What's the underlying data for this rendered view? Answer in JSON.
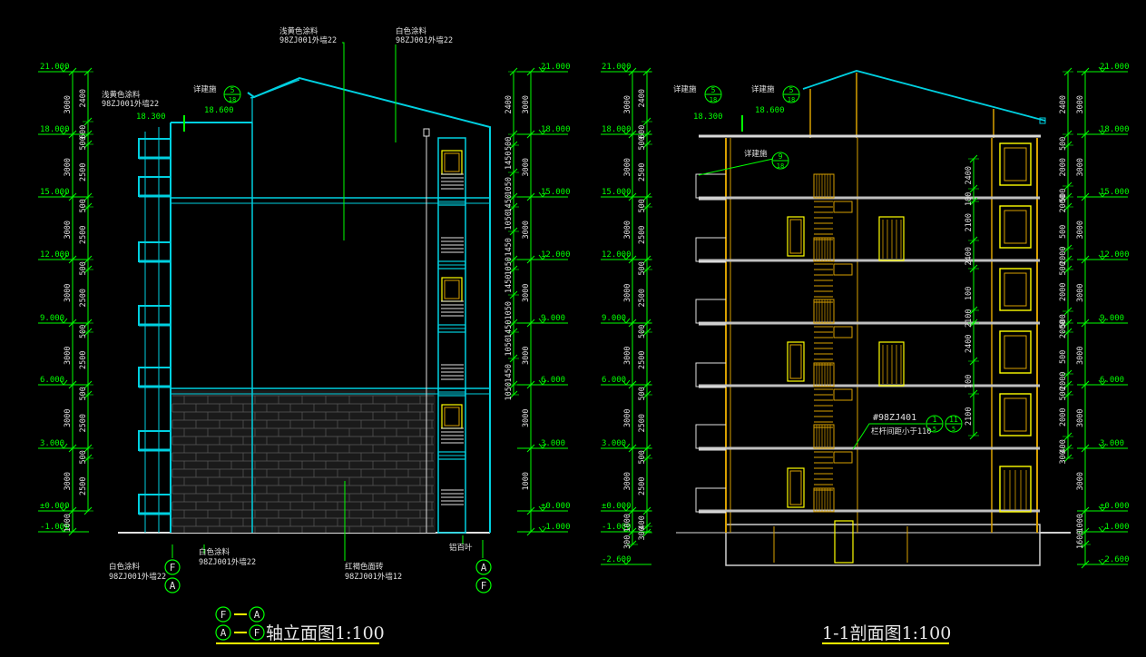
{
  "colors": {
    "green": "#00ff00",
    "cyan": "#00d0e0",
    "yellow": "#ffff00",
    "orange": "#d8a000",
    "white": "#e0e0e0",
    "grey": "#909090",
    "brick": "#5a5a5a"
  },
  "left": {
    "title": "轴立面图1:100",
    "axis_top": [
      "F",
      "A"
    ],
    "axis_bottom": [
      "A",
      "F"
    ],
    "left_elevations": [
      "21.000",
      "18.000",
      "15.000",
      "12.000",
      "9.000",
      "6.000",
      "3.000",
      "±0.000",
      "-1.000"
    ],
    "right_elevations": [
      "21.000",
      "18.000",
      "15.000",
      "12.000",
      "9.000",
      "6.000",
      "3.000",
      "±0.000",
      "-1.000"
    ],
    "left_dims_a": [
      "3000",
      "3000",
      "3000",
      "3000",
      "3000",
      "3000",
      "3000",
      "1000"
    ],
    "left_dims_b": [
      "2400",
      "600",
      "500",
      "2500",
      "500",
      "2500",
      "500",
      "2500",
      "500",
      "2500",
      "500",
      "2500",
      "500",
      "2500"
    ],
    "right_dims_a": [
      "3000",
      "3000",
      "3000",
      "3000",
      "3000",
      "3000",
      "1000"
    ],
    "right_dims_b": [
      "2400",
      "500",
      "1450",
      "1050",
      "1450",
      "1050",
      "1450",
      "1050",
      "1450",
      "1050",
      "1450",
      "1050",
      "1450",
      "1050"
    ],
    "level_18300": "18.300",
    "level_18600": "18.600",
    "detail_label": "详建施",
    "detail_num": "5",
    "detail_den": "18",
    "notes": [
      {
        "id": "yellow_paint",
        "l1": "浅黄色涂料",
        "l2": "98ZJ001外墙22"
      },
      {
        "id": "white_paint_top",
        "l1": "白色涂料",
        "l2": "98ZJ001外墙22"
      },
      {
        "id": "yellow_left",
        "l1": "浅黄色涂料",
        "l2": "98ZJ001外墙22"
      },
      {
        "id": "white_bl",
        "l1": "白色涂料",
        "l2": "98ZJ001外墙22"
      },
      {
        "id": "white_bc",
        "l1": "白色涂料",
        "l2": "98ZJ001外墙22"
      },
      {
        "id": "brick",
        "l1": "红褐色面砖",
        "l2": "98ZJ001外墙12"
      },
      {
        "id": "louver",
        "l1": "铝百叶",
        "l2": ""
      }
    ]
  },
  "right": {
    "title": "1-1剖面图1:100",
    "left_elevations": [
      "21.000",
      "18.000",
      "15.000",
      "12.000",
      "9.000",
      "6.000",
      "3.000",
      "±0.000",
      "-1.000",
      "-2.600"
    ],
    "right_elevations": [
      "21.000",
      "18.000",
      "15.000",
      "12.000",
      "9.000",
      "6.000",
      "3.000",
      "±0.000",
      "-1.000",
      "-2.600"
    ],
    "left_dims_a": [
      "3000",
      "3000",
      "3000",
      "3000",
      "3000",
      "3000",
      "3000",
      "1000",
      "300"
    ],
    "left_dims_b": [
      "2400",
      "600",
      "500",
      "2500",
      "500",
      "2500",
      "500",
      "2500",
      "500",
      "2500",
      "500",
      "2500",
      "500",
      "2500",
      "400",
      "300"
    ],
    "inner_dims": [
      "2400",
      "100",
      "2100",
      "2400",
      "100",
      "2100",
      "2400",
      "100",
      "2100"
    ],
    "right_dims_b": [
      "2400",
      "500",
      "2000",
      "500",
      "2000",
      "500",
      "2000",
      "500",
      "2000",
      "500",
      "2000",
      "500",
      "2000",
      "500",
      "2000",
      "400",
      "300"
    ],
    "right_dims_a": [
      "3000",
      "3000",
      "3000",
      "3000",
      "3000",
      "3000",
      "3000",
      "1000",
      "1600"
    ],
    "level_18300": "18.300",
    "level_18600": "18.600",
    "detail_label": "详建施",
    "detail_num": "5",
    "detail_den": "18",
    "detail2_num": "9",
    "detail2_den": "18",
    "railing_code": "#98ZJ401",
    "railing_note": "栏杆间距小于110",
    "railing_num": "1",
    "railing_den": "5",
    "railing_num2": "11",
    "railing_den2": "5"
  }
}
